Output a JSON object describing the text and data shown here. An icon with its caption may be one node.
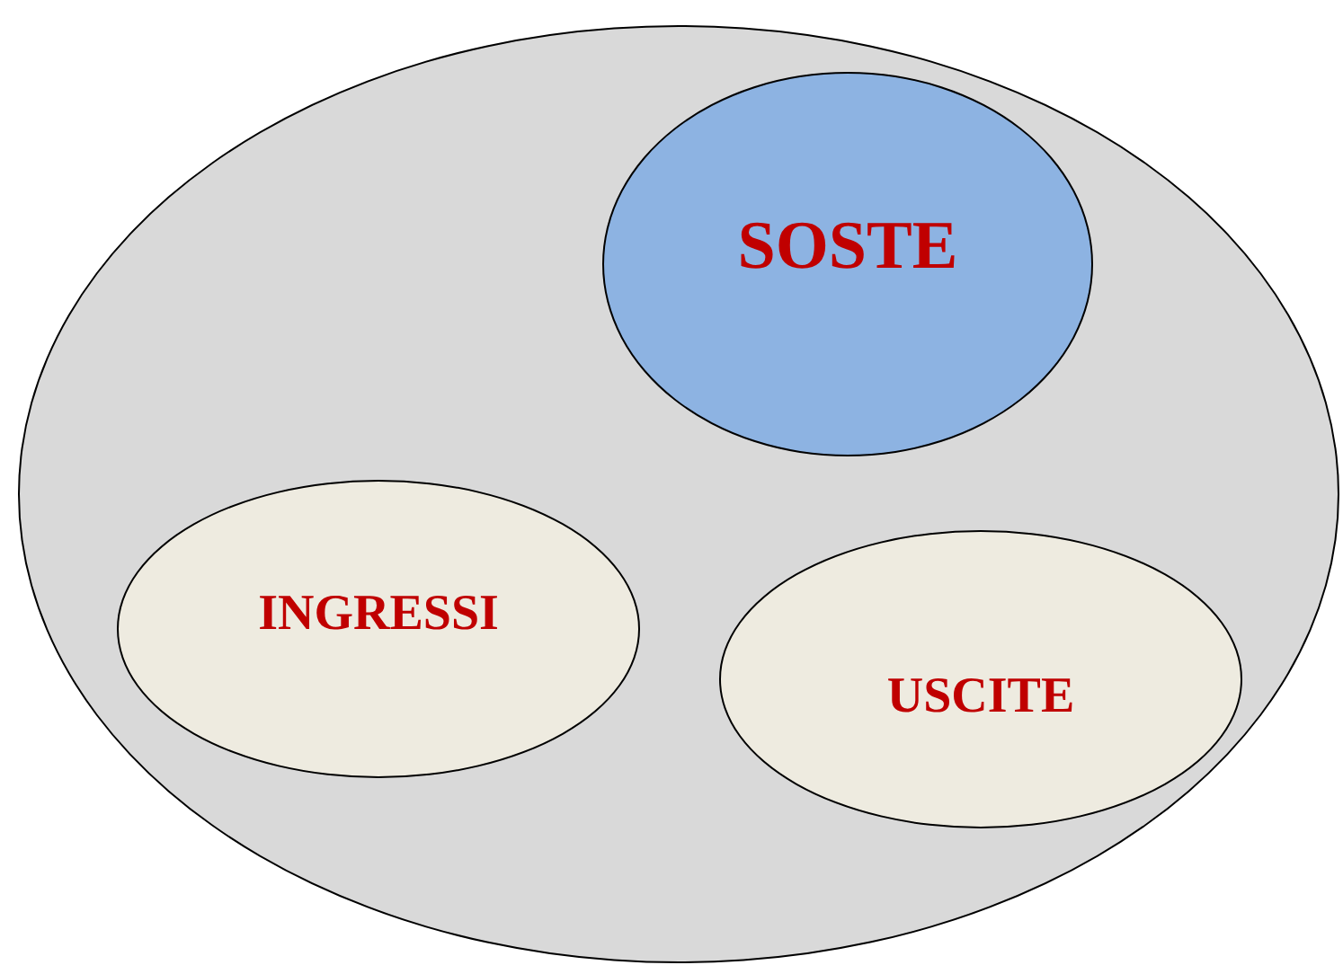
{
  "diagram": {
    "nodes": [
      {
        "text": [],
        "shape": "ellipse"
      },
      {
        "text": [
          "SOSTE"
        ],
        "in": 0
      },
      {
        "text": [
          "INGRESSI"
        ],
        "in": 0
      },
      {
        "text": [
          "USCITE"
        ],
        "in": 0
      }
    ]
  }
}
